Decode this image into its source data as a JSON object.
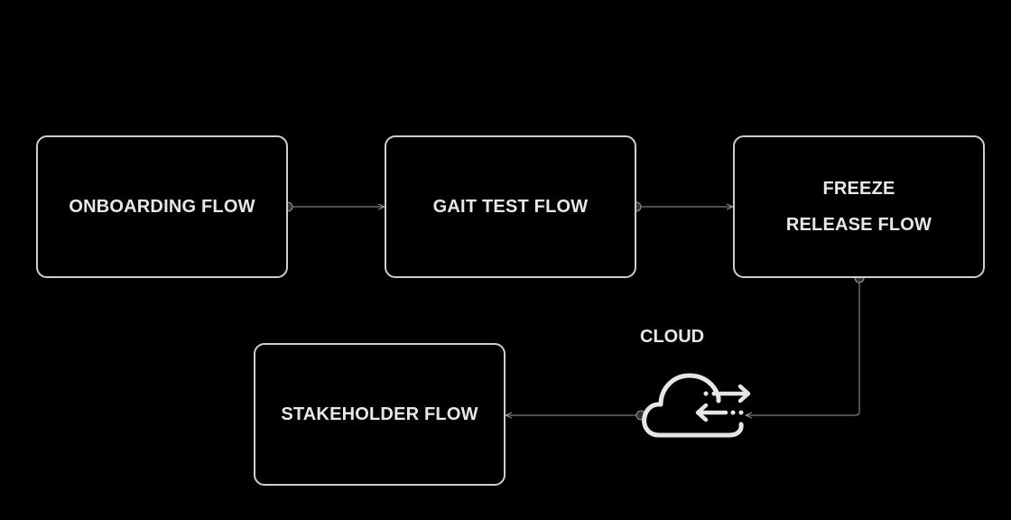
{
  "diagram": {
    "nodes": {
      "onboarding": "ONBOARDING FLOW",
      "gait": "GAIT TEST FLOW",
      "freeze": "FREEZE RELEASE FLOW",
      "stakeholder": "STAKEHOLDER FLOW"
    },
    "cloud": {
      "label": "CLOUD",
      "icon": "cloud-sync-icon"
    },
    "edges": [
      {
        "from": "onboarding",
        "to": "gait"
      },
      {
        "from": "gait",
        "to": "freeze"
      },
      {
        "from": "freeze",
        "to": "cloud"
      },
      {
        "from": "cloud",
        "to": "stakeholder"
      }
    ],
    "colors": {
      "background": "#000000",
      "node_border": "#cfcfcf",
      "text": "#e8e8e8",
      "connector": "#9a9a9a"
    }
  }
}
